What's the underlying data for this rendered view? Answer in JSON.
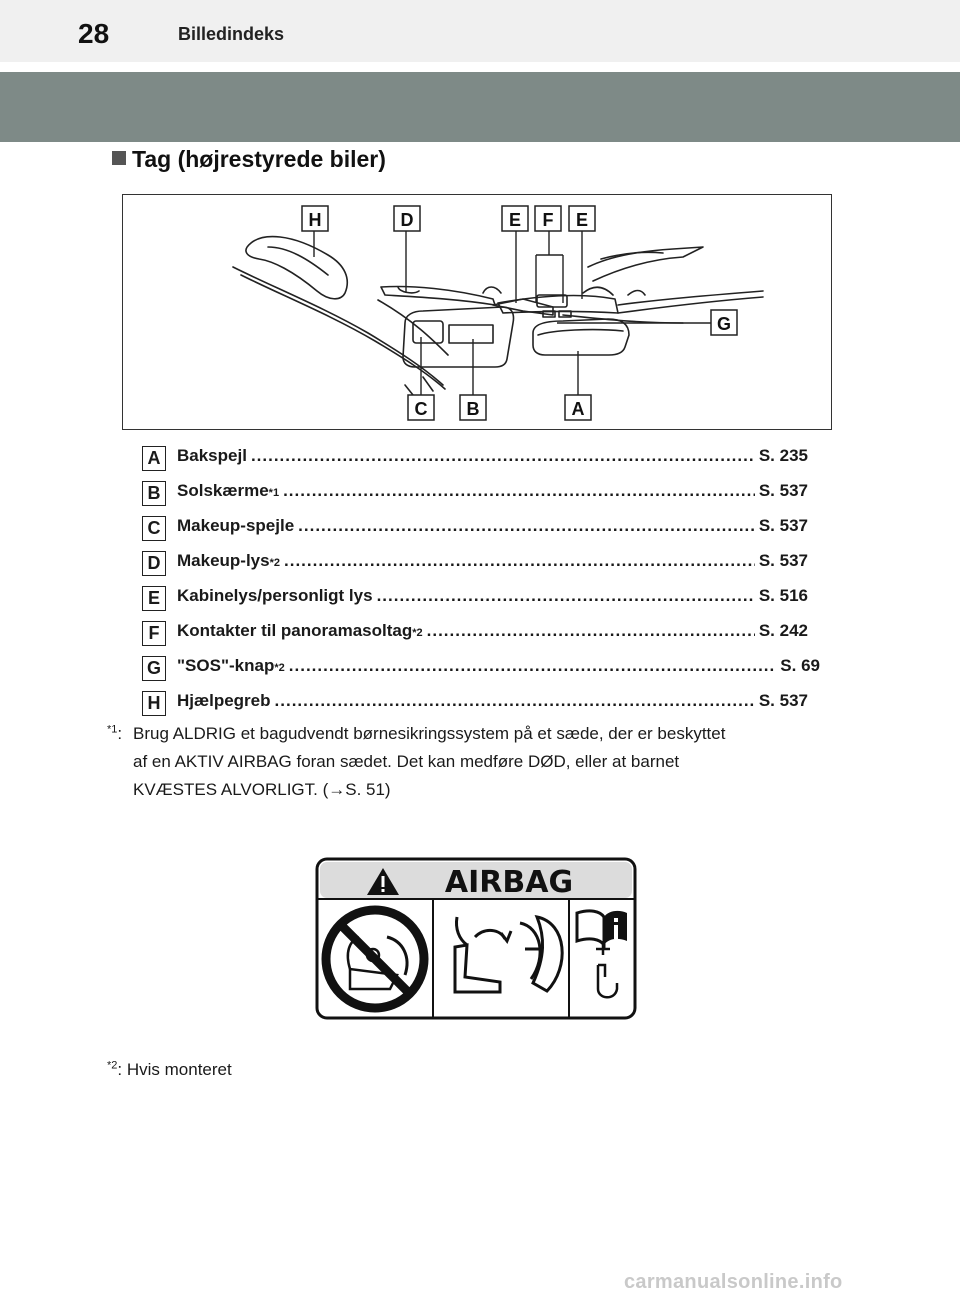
{
  "header": {
    "page_number": "28",
    "section": "Billedindeks"
  },
  "heading": "Tag (højrestyrede biler)",
  "diagram_callouts": [
    "H",
    "D",
    "E",
    "F",
    "E",
    "G",
    "C",
    "B",
    "A"
  ],
  "items": [
    {
      "letter": "A",
      "label": "Bakspejl",
      "sup": "",
      "page": "S. 235"
    },
    {
      "letter": "B",
      "label": "Solskærme",
      "sup": "*1",
      "page": "S. 537"
    },
    {
      "letter": "C",
      "label": "Makeup-spejle",
      "sup": "",
      "page": "S. 537"
    },
    {
      "letter": "D",
      "label": "Makeup-lys",
      "sup": "*2",
      "page": "S. 537"
    },
    {
      "letter": "E",
      "label": "Kabinelys/personligt lys",
      "sup": "",
      "page": "S. 516"
    },
    {
      "letter": "F",
      "label": "Kontakter til panoramasoltag",
      "sup": "*2",
      "page": "S. 242"
    },
    {
      "letter": "G",
      "label": "\"SOS\"-knap",
      "sup": "*2",
      "page": "S. 69"
    },
    {
      "letter": "H",
      "label": "Hjælpegreb",
      "sup": "",
      "page": "S. 537"
    }
  ],
  "footnote1": {
    "marker": "*1",
    "lines": [
      "Brug ALDRIG et bagudvendt børnesikringssystem på et sæde, der er beskyttet",
      "af en AKTIV AIRBAG foran sædet. Det kan medføre DØD, eller at barnet",
      "KVÆSTES ALVORLIGT. (→S. 51)"
    ]
  },
  "airbag_label": {
    "title": "AIRBAG"
  },
  "footnote2": {
    "marker": "*2",
    "text": "Hvis monteret"
  },
  "watermark": "carmanualsonline.info"
}
